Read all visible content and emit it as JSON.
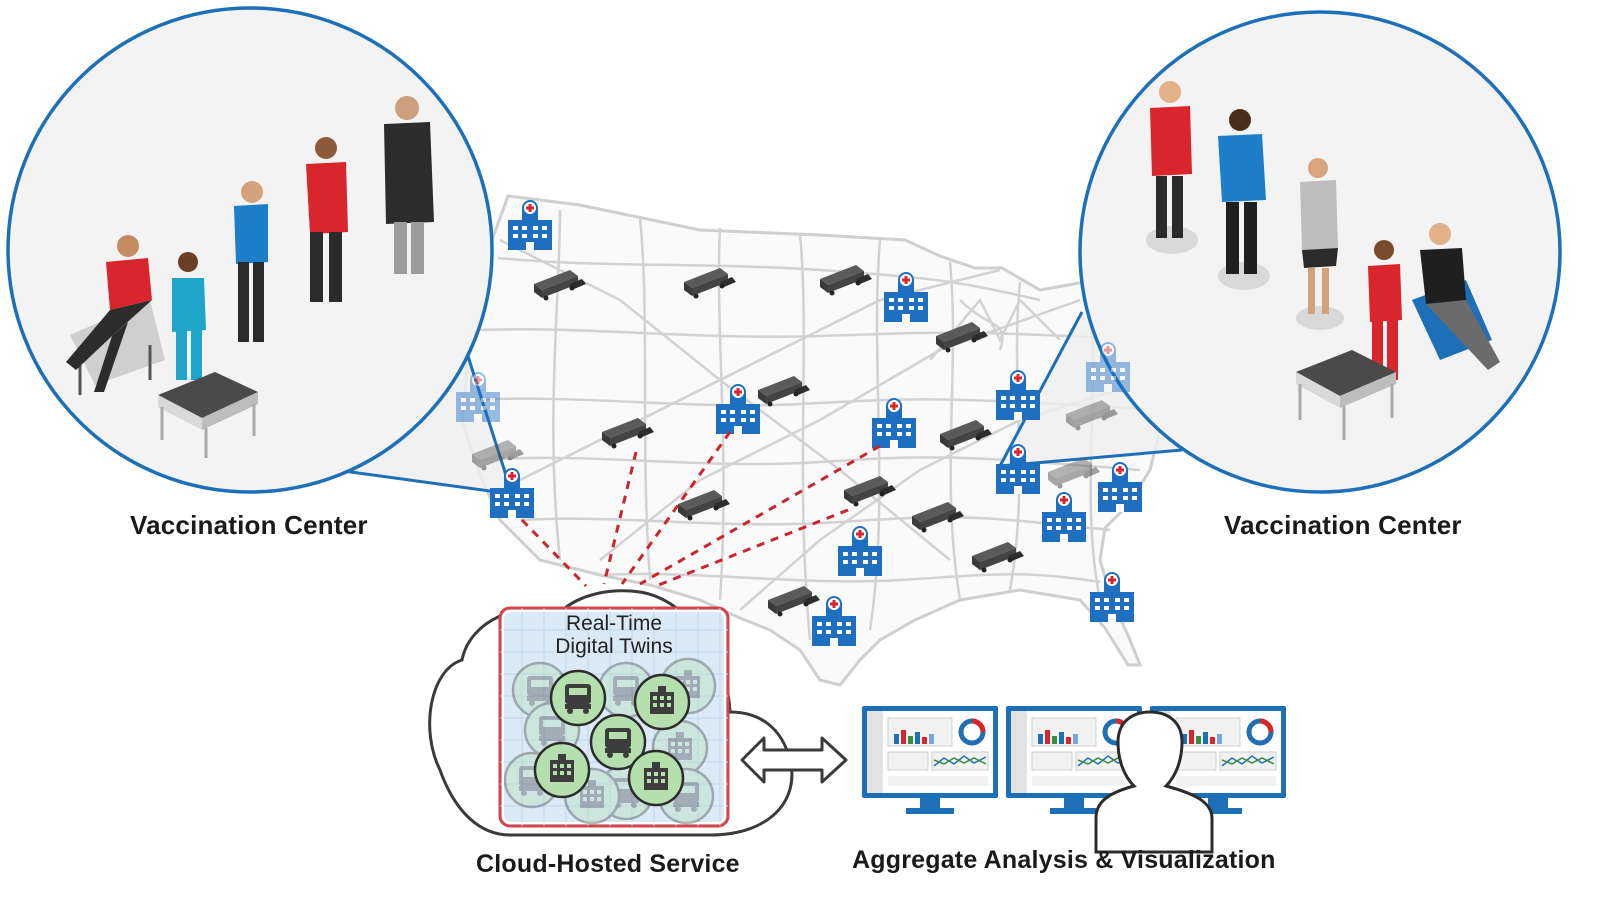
{
  "labels": {
    "left_center": "Vaccination Center",
    "right_center": "Vaccination Center",
    "cloud_service": "Cloud-Hosted Service",
    "analysis": "Aggregate Analysis & Visualization"
  },
  "twins_panel": {
    "line1": "Real-Time",
    "line2": "Digital Twins"
  },
  "colors": {
    "accent_blue": "#1d6fb8",
    "hospital_blue": "#1f6fc1",
    "map_lines": "#cfcfcf",
    "dashed_links": "#c8262c",
    "twin_green": "#b6dfae",
    "panel_border": "#d2454b",
    "panel_fill": "#dbeaf7"
  },
  "icons": {
    "hospital": "hospital-icon",
    "truck": "truck-icon",
    "monitor": "monitor-icon",
    "person": "person-silhouette-icon",
    "arrow": "bidirectional-arrow-icon"
  }
}
